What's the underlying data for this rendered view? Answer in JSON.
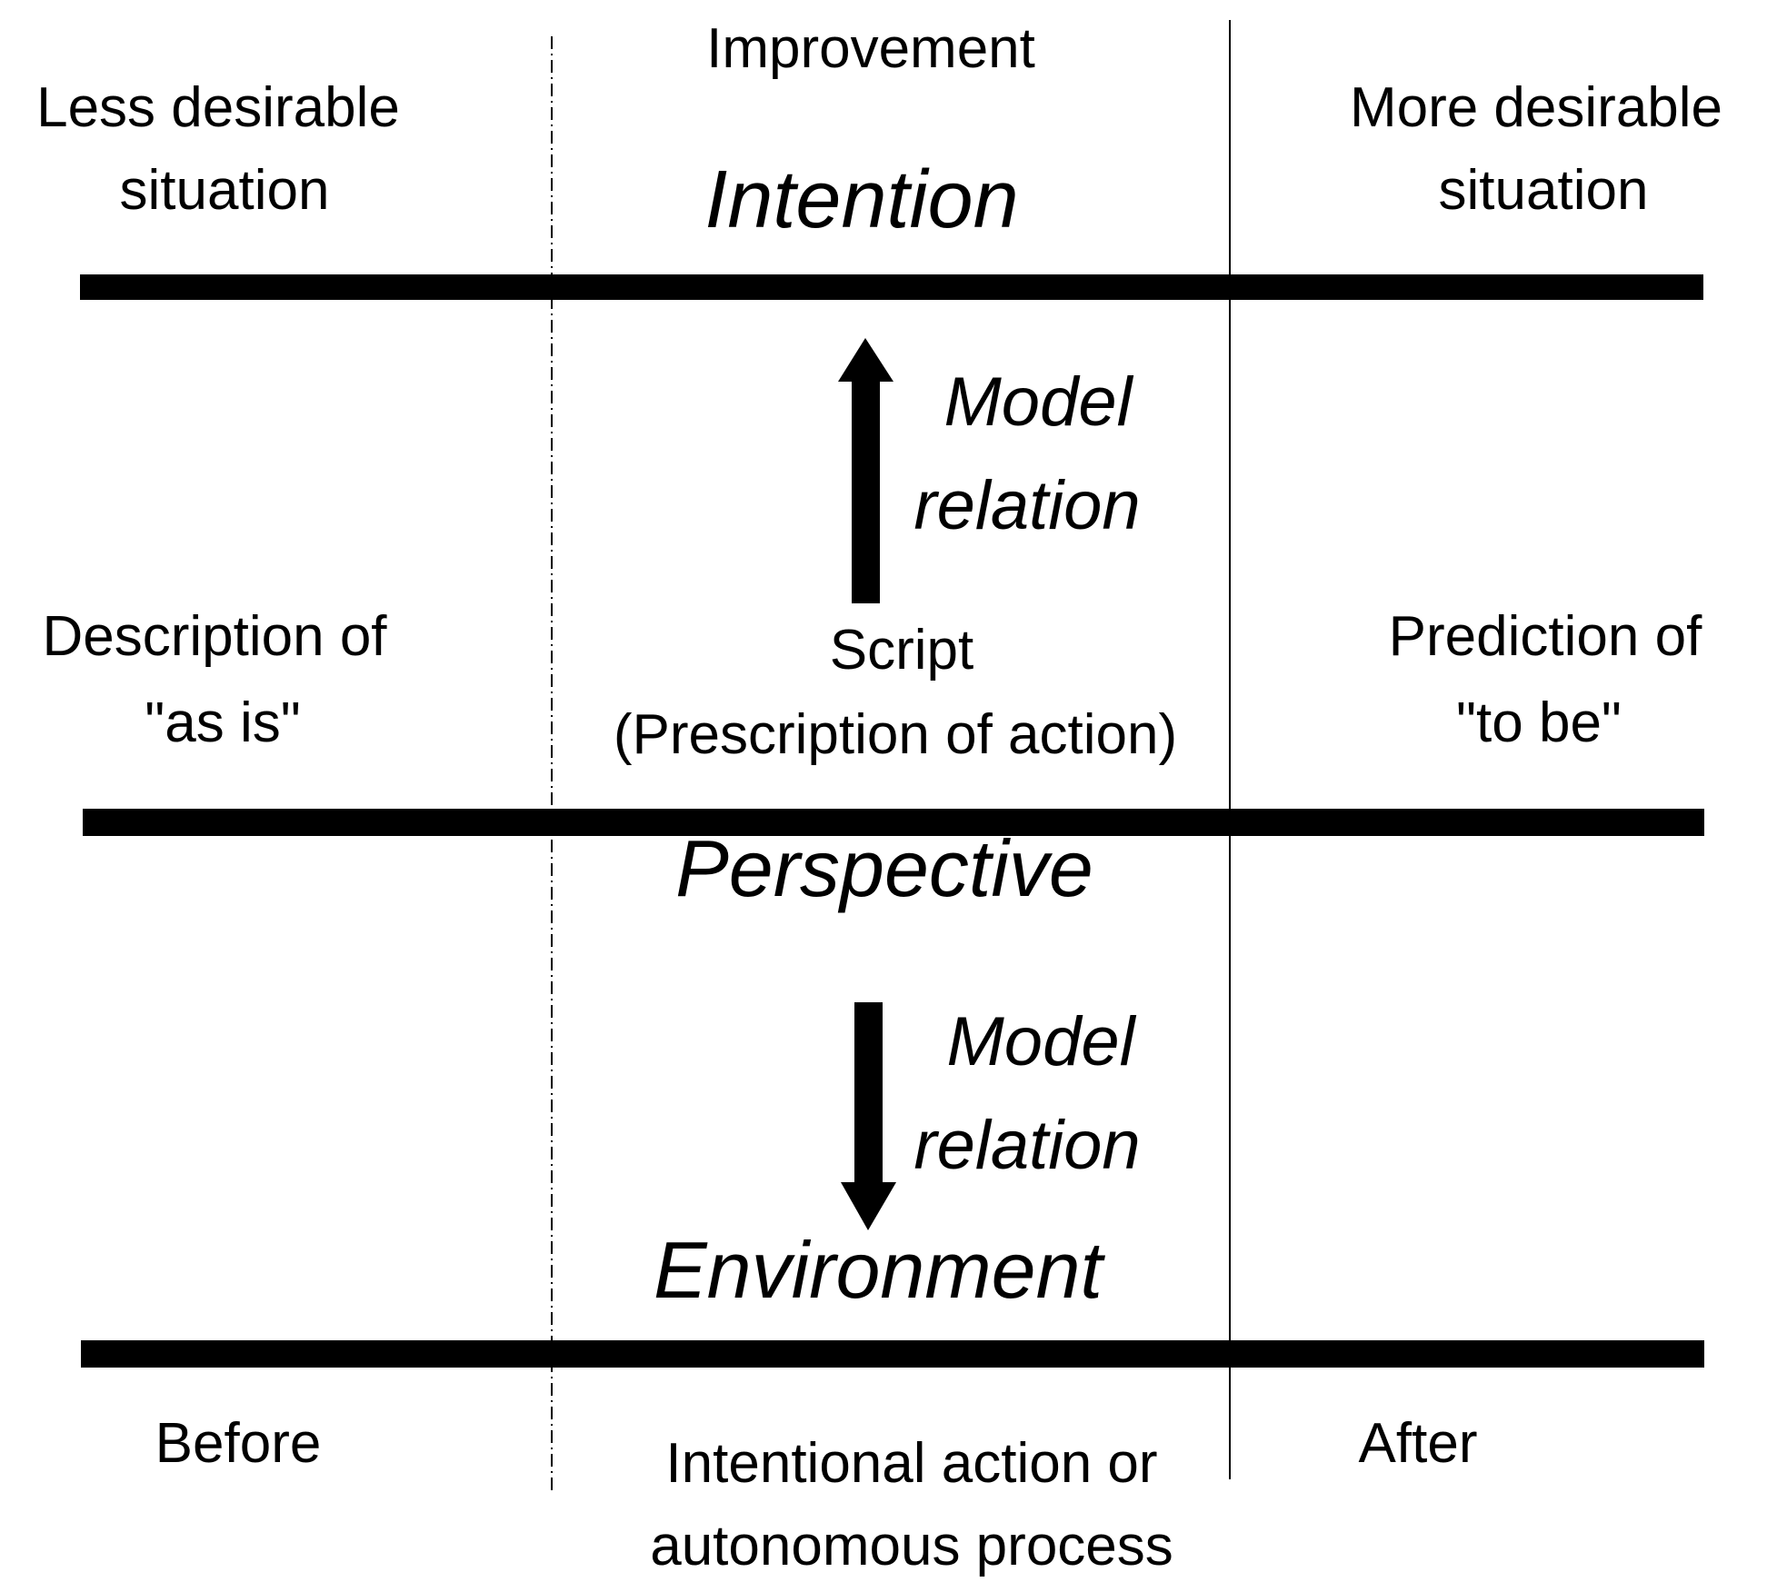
{
  "columns": {
    "left": {
      "top_line1": "Less desirable",
      "top_line2": "situation",
      "mid_line1": "Description of",
      "mid_line2": "\"as is\"",
      "bottom": "Before"
    },
    "center": {
      "top": "Improvement",
      "bottom_line1": "Intentional action or",
      "bottom_line2": "autonomous process"
    },
    "right": {
      "top_line1": "More desirable",
      "top_line2": "situation",
      "mid_line1": "Prediction of",
      "mid_line2": "\"to be\"",
      "bottom": "After"
    }
  },
  "layers": {
    "intention": "Intention",
    "perspective": "Perspective",
    "environment": "Environment"
  },
  "relations": {
    "upper": {
      "line1": "Model",
      "line2": "relation",
      "direction": "up"
    },
    "lower": {
      "line1": "Model",
      "line2": "relation",
      "direction": "down"
    }
  },
  "script": {
    "line1": "Script",
    "line2": "(Prescription of action)"
  }
}
